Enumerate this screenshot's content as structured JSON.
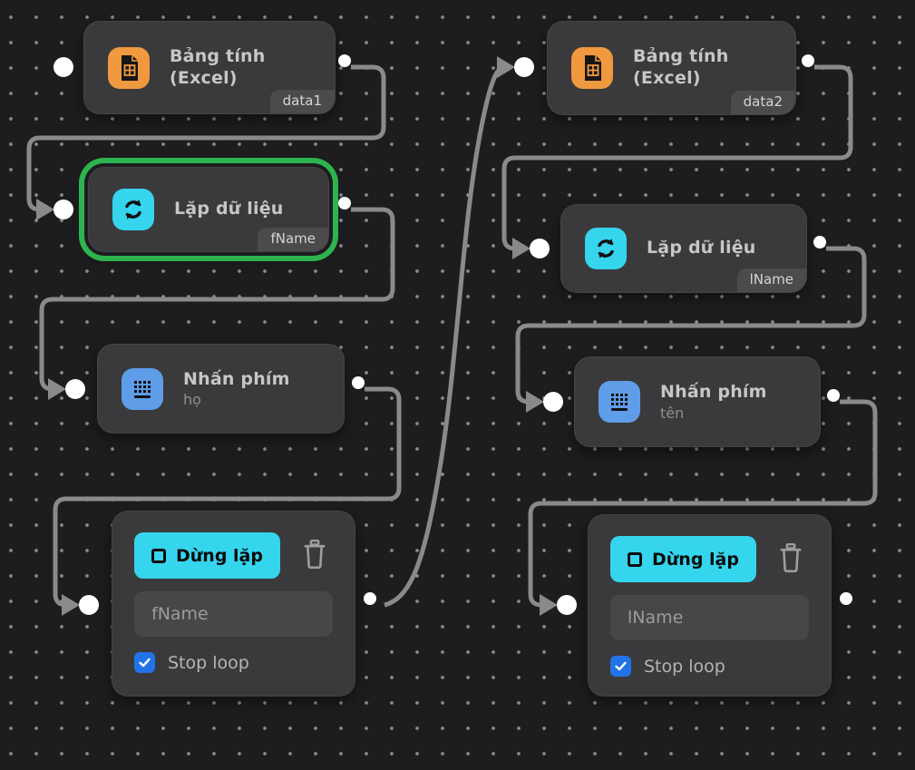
{
  "colors": {
    "canvas_bg": "#1d1d1f",
    "node_bg": "#3a3a3c",
    "wire_gray": "#8a8a8a",
    "selection_green": "#2db44e",
    "excel_orange": "#f0993f",
    "loop_cyan": "#35d5ee",
    "keyboard_blue": "#5f9de8",
    "stop_button_cyan": "#35d5ee",
    "checkbox_blue": "#2273e8"
  },
  "nodes": {
    "l1": {
      "title": "Bảng tính (Excel)",
      "tag": "data1",
      "icon": "spreadsheet-icon"
    },
    "l2": {
      "title": "Lặp dữ liệu",
      "tag": "fName",
      "icon": "loop-icon",
      "selected": true
    },
    "l3": {
      "title": "Nhấn phím",
      "subtitle": "họ",
      "icon": "keyboard-icon"
    },
    "l4": {
      "button_label": "Dừng lặp",
      "input_value": "fName",
      "checkbox_label": "Stop loop",
      "checkbox_checked": true
    },
    "r1": {
      "title": "Bảng tính (Excel)",
      "tag": "data2",
      "icon": "spreadsheet-icon"
    },
    "r2": {
      "title": "Lặp dữ liệu",
      "tag": "lName",
      "icon": "loop-icon",
      "selected": false
    },
    "r3": {
      "title": "Nhấn phím",
      "subtitle": "tên",
      "icon": "keyboard-icon"
    },
    "r4": {
      "button_label": "Dừng lặp",
      "input_value": "lName",
      "checkbox_label": "Stop loop",
      "checkbox_checked": true
    }
  }
}
